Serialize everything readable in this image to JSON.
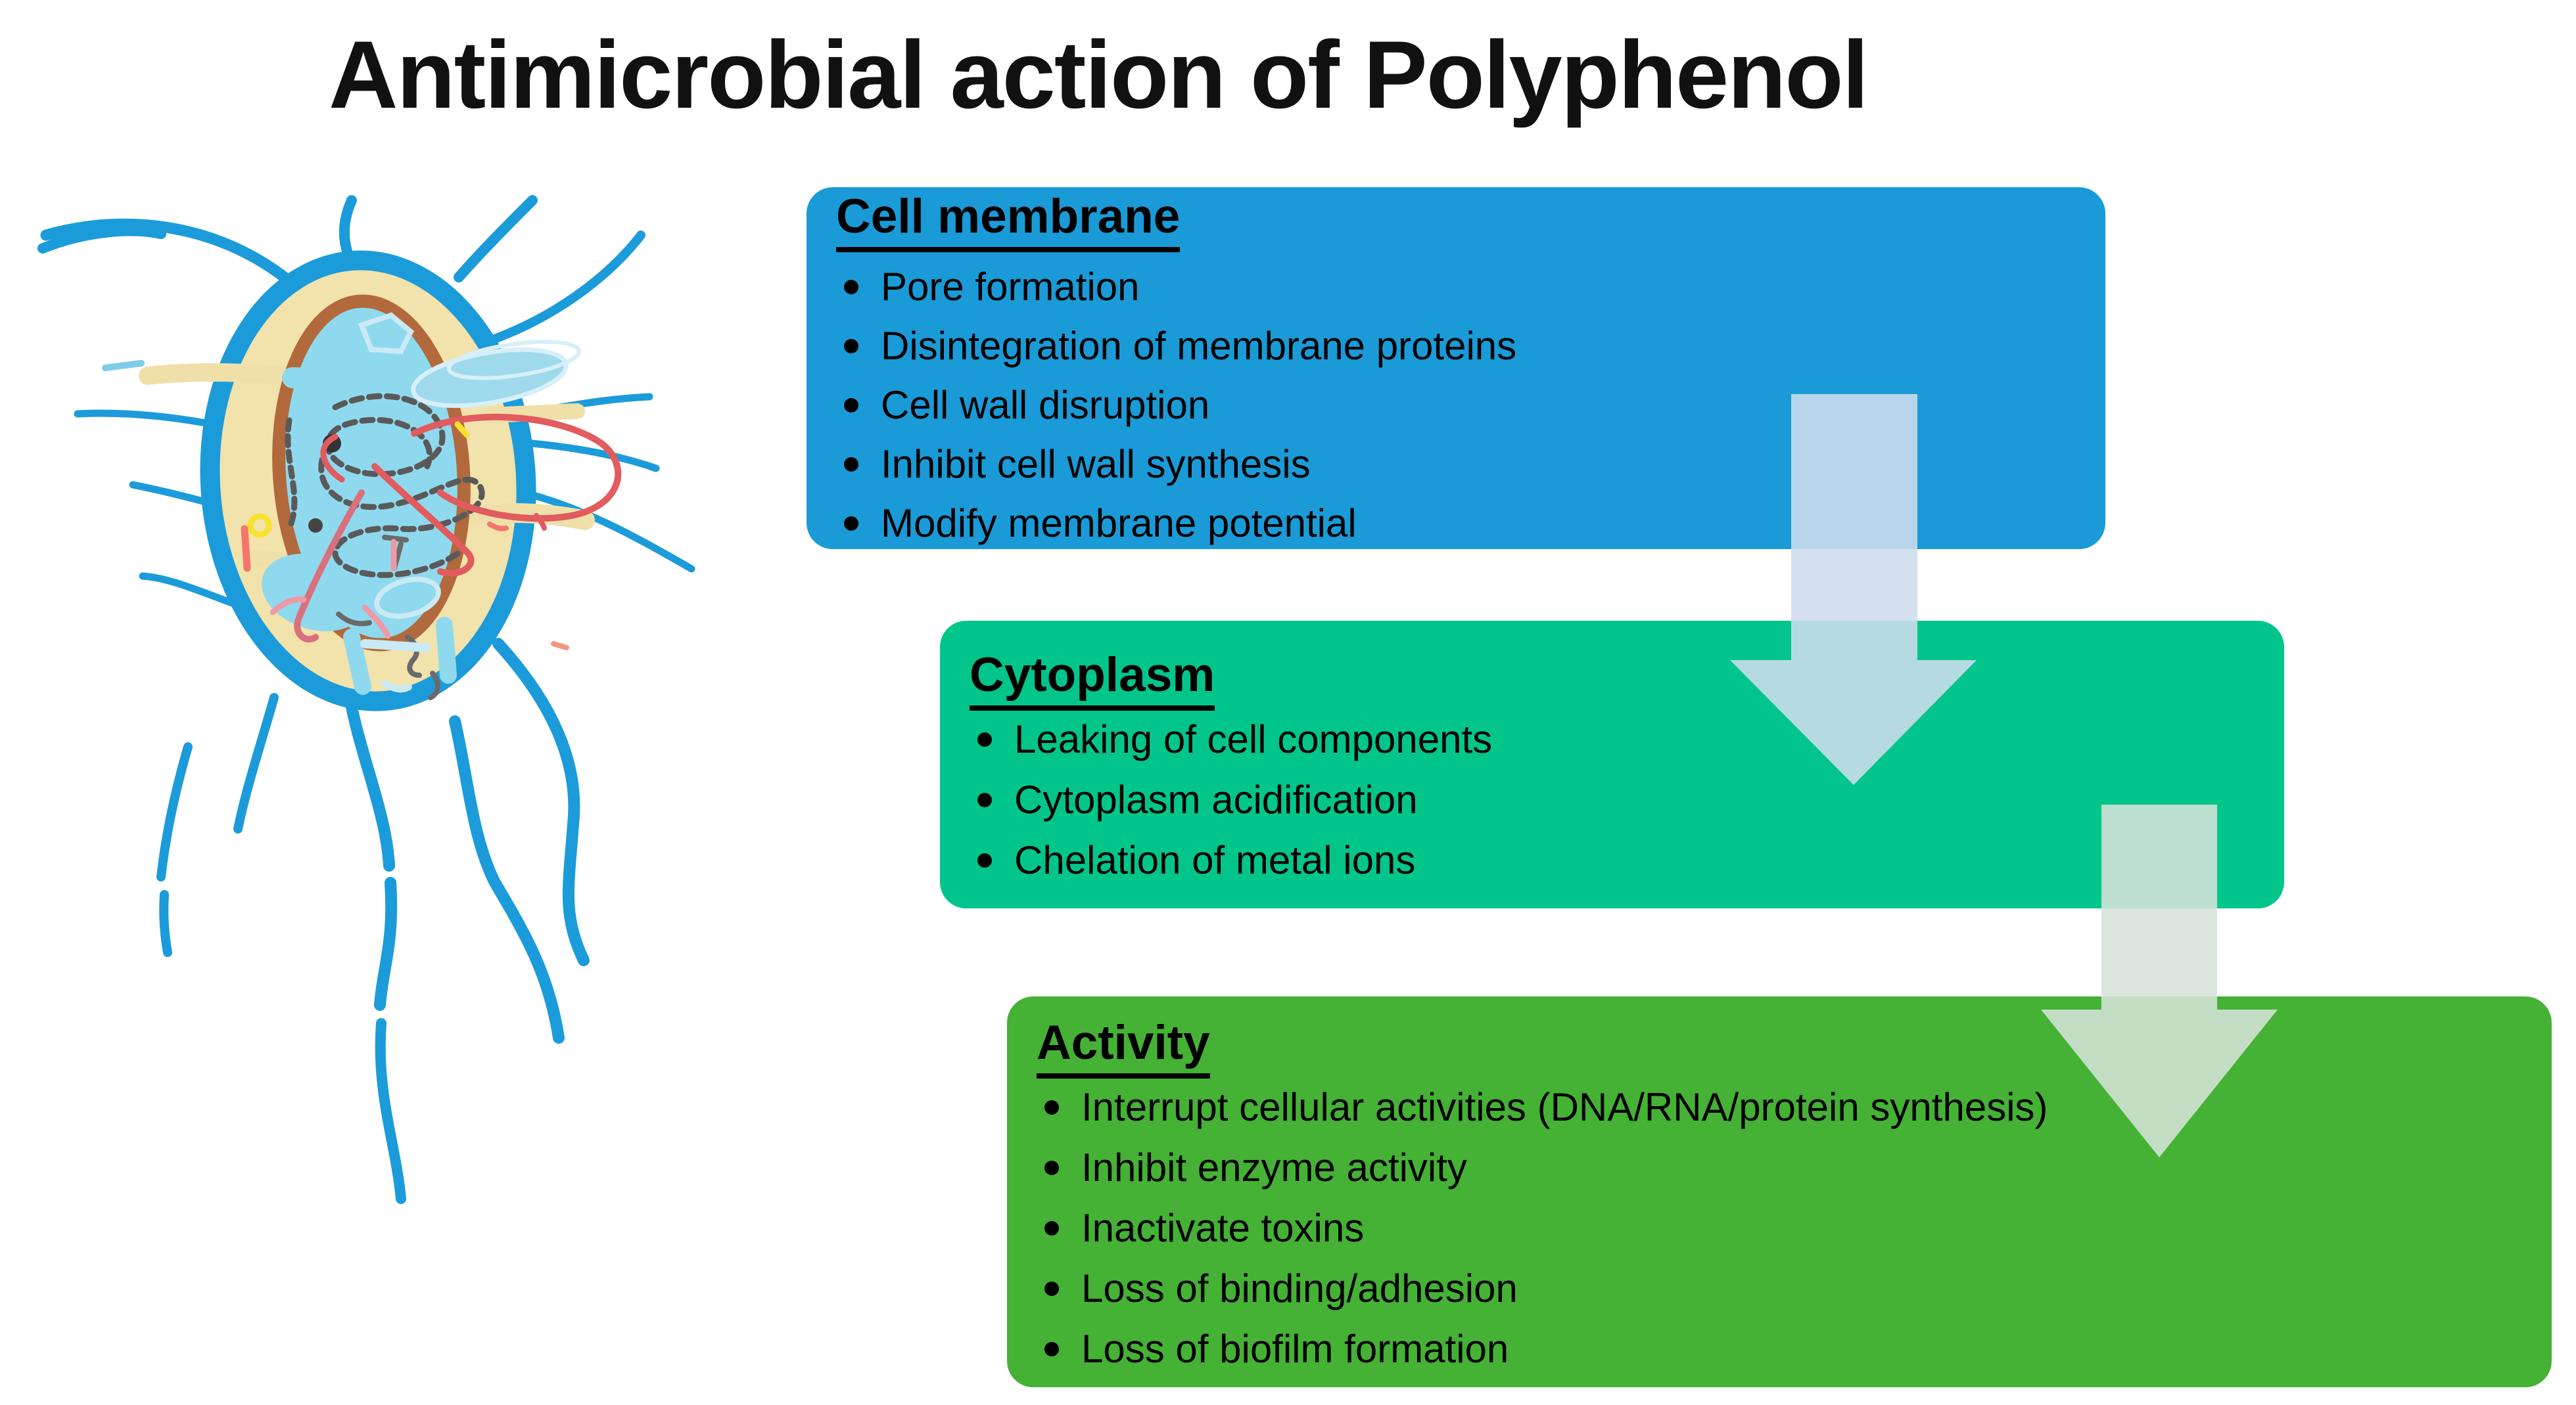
{
  "title": "Antimicrobial action of Polyphenol",
  "colors": {
    "membrane_box": "#1A9AD7",
    "cytoplasm_box": "#02C58B",
    "activity_box": "#45B135",
    "arrow_blue": "#CFDDEE",
    "arrow_green": "#D6E3DA",
    "text": "#000000",
    "background": "#FFFFFF"
  },
  "boxes": [
    {
      "id": "cell-membrane",
      "heading": "Cell membrane",
      "bullets": [
        "Pore formation",
        "Disintegration of membrane proteins",
        "Cell wall disruption",
        "Inhibit cell wall synthesis",
        "Modify membrane potential"
      ]
    },
    {
      "id": "cytoplasm",
      "heading": "Cytoplasm",
      "bullets": [
        "Leaking of cell components",
        "Cytoplasm acidification",
        "Chelation of metal ions"
      ]
    },
    {
      "id": "activity",
      "heading": "Activity",
      "bullets": [
        "Interrupt cellular activities (DNA/RNA/protein synthesis)",
        "Inhibit enzyme activity",
        "Inactivate toxins",
        "Loss of binding/adhesion",
        "Loss of biofilm formation"
      ]
    }
  ],
  "arrows": [
    {
      "name": "membrane-to-cytoplasm"
    },
    {
      "name": "cytoplasm-to-activity"
    }
  ],
  "illustration": {
    "name": "hand-drawn bacterium cell with flagella, cell wall, inner membrane, nucleoid"
  }
}
